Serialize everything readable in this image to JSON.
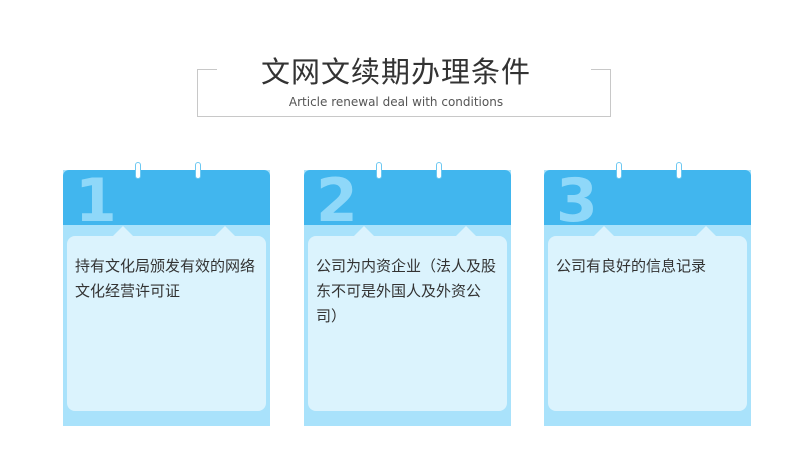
{
  "header": {
    "title": "文网文续期办理条件",
    "subtitle": "Article renewal deal with conditions"
  },
  "cards": [
    {
      "number": "1",
      "text": "持有文化局颁发有效的网络文化经营许可证"
    },
    {
      "number": "2",
      "text": "公司为内资企业（法人及股东不可是外国人及外资公司）"
    },
    {
      "number": "3",
      "text": "公司有良好的信息记录"
    }
  ],
  "colors": {
    "card_head": "#41b6ee",
    "card_body": "#a9e2fb",
    "note": "#dbf3fd",
    "number": "#8fd8f9"
  }
}
